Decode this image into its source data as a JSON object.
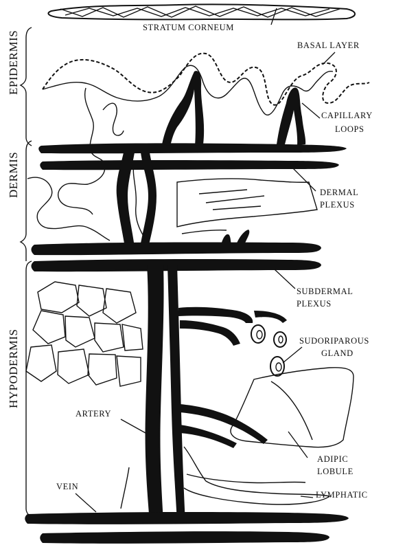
{
  "sections": {
    "epidermis": "EPIDERMIS",
    "dermis": "DERMIS",
    "hypodermis": "HYPODERMIS"
  },
  "labels": {
    "stratum_corneum": "STRATUM CORNEUM",
    "basal_layer": "BASAL LAYER",
    "capillary_loops_1": "CAPILLARY",
    "capillary_loops_2": "LOOPS",
    "dermal_plexus_1": "DERMAL",
    "dermal_plexus_2": "PLEXUS",
    "subdermal_plexus_1": "SUBDERMAL",
    "subdermal_plexus_2": "PLEXUS",
    "sudoriparous_gland_1": "SUDORIPAROUS",
    "sudoriparous_gland_2": "GLAND",
    "artery": "ARTERY",
    "adipic_lobule_1": "ADIPIC",
    "adipic_lobule_2": "LOBULE",
    "vein": "VEIN",
    "lymphatic": "LYMPHATIC"
  }
}
